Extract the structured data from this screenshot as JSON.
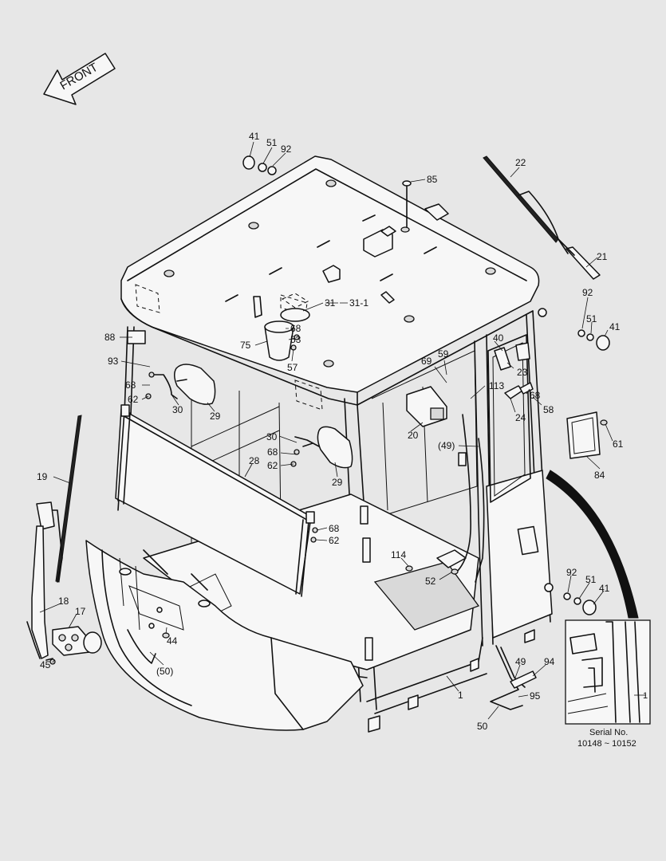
{
  "front_arrow": {
    "label": "FRONT"
  },
  "inset": {
    "serial_label": "Serial No.",
    "serial_range": "10148 ~ 10152",
    "part_label": "1"
  },
  "callouts": [
    {
      "id": "41",
      "text": "41"
    },
    {
      "id": "51",
      "text": "51"
    },
    {
      "id": "92",
      "text": "92"
    },
    {
      "id": "85",
      "text": "85"
    },
    {
      "id": "22",
      "text": "22"
    },
    {
      "id": "21",
      "text": "21"
    },
    {
      "id": "92b",
      "text": "92"
    },
    {
      "id": "51b",
      "text": "51"
    },
    {
      "id": "41b",
      "text": "41"
    },
    {
      "id": "31",
      "text": "31"
    },
    {
      "id": "31-1",
      "text": "31-1"
    },
    {
      "id": "88",
      "text": "88"
    },
    {
      "id": "68a",
      "text": "68"
    },
    {
      "id": "53",
      "text": "53"
    },
    {
      "id": "75",
      "text": "75"
    },
    {
      "id": "93",
      "text": "93"
    },
    {
      "id": "57",
      "text": "57"
    },
    {
      "id": "40",
      "text": "40"
    },
    {
      "id": "59",
      "text": "59"
    },
    {
      "id": "69",
      "text": "69"
    },
    {
      "id": "23",
      "text": "23"
    },
    {
      "id": "68b",
      "text": "68"
    },
    {
      "id": "62a",
      "text": "62"
    },
    {
      "id": "30a",
      "text": "30"
    },
    {
      "id": "29a",
      "text": "29"
    },
    {
      "id": "113",
      "text": "113"
    },
    {
      "id": "24",
      "text": "24"
    },
    {
      "id": "68c",
      "text": "68"
    },
    {
      "id": "58",
      "text": "58"
    },
    {
      "id": "20",
      "text": "20"
    },
    {
      "id": "61",
      "text": "61"
    },
    {
      "id": "30b",
      "text": "30"
    },
    {
      "id": "68d",
      "text": "68"
    },
    {
      "id": "62b",
      "text": "62"
    },
    {
      "id": "28",
      "text": "28"
    },
    {
      "id": "29b",
      "text": "29"
    },
    {
      "id": "49a",
      "text": "(49)"
    },
    {
      "id": "84",
      "text": "84"
    },
    {
      "id": "19",
      "text": "19"
    },
    {
      "id": "68e",
      "text": "68"
    },
    {
      "id": "62c",
      "text": "62"
    },
    {
      "id": "114",
      "text": "114"
    },
    {
      "id": "52",
      "text": "52"
    },
    {
      "id": "92c",
      "text": "92"
    },
    {
      "id": "51c",
      "text": "51"
    },
    {
      "id": "41c",
      "text": "41"
    },
    {
      "id": "18",
      "text": "18"
    },
    {
      "id": "17",
      "text": "17"
    },
    {
      "id": "44",
      "text": "44"
    },
    {
      "id": "45",
      "text": "45"
    },
    {
      "id": "50a",
      "text": "(50)"
    },
    {
      "id": "49b",
      "text": "49"
    },
    {
      "id": "94",
      "text": "94"
    },
    {
      "id": "95",
      "text": "95"
    },
    {
      "id": "1",
      "text": "1"
    },
    {
      "id": "50b",
      "text": "50"
    }
  ]
}
